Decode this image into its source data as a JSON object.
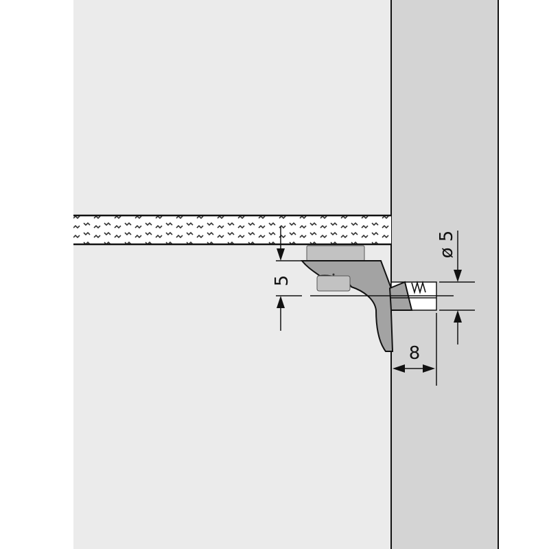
{
  "colors": {
    "background": "#ffffff",
    "cabinet_side": "#ebebeb",
    "wall": "#d4d4d4",
    "shelf": "#ffffff",
    "support": "#a3a3a3",
    "support_light": "#c2c2c2",
    "support_dark": "#8a8a8a",
    "line": "#111111"
  },
  "dimensions": {
    "shelf_gap": "5",
    "hole_diameter": "ø 5",
    "drill_depth": "8"
  }
}
